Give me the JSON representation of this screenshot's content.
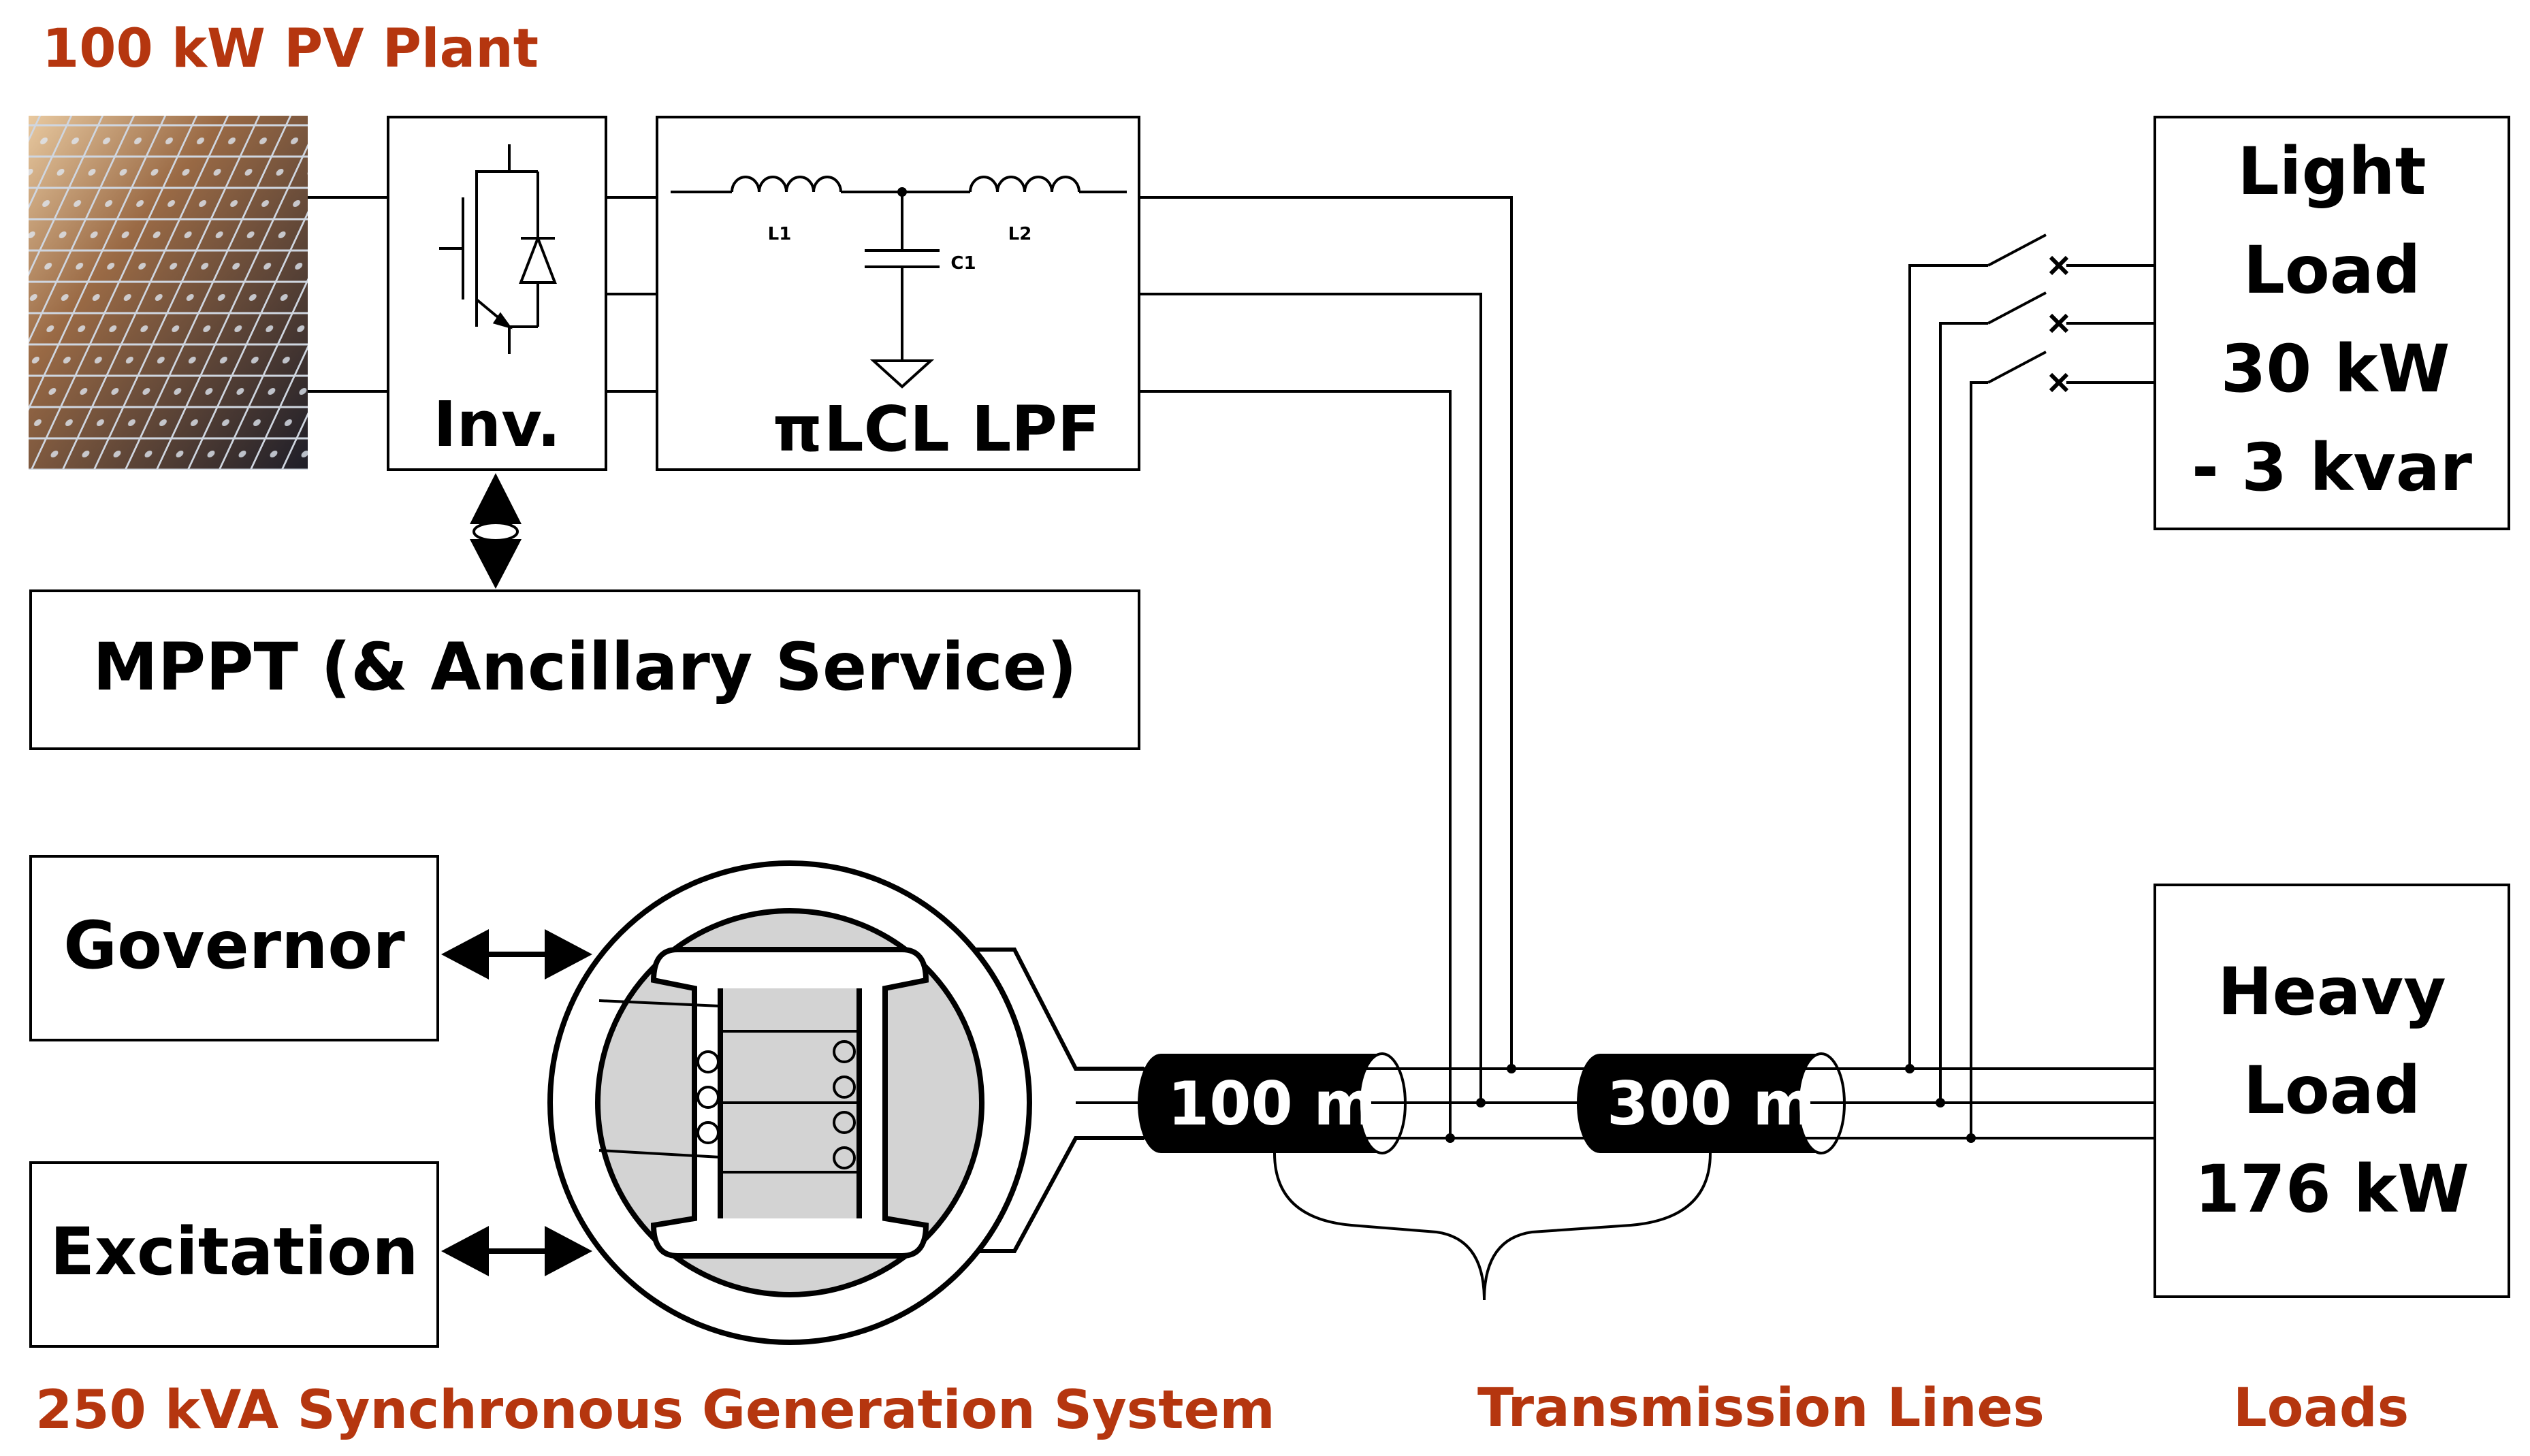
{
  "captions": {
    "pv_plant": "100 kW PV Plant",
    "sync_gen": "250 kVA Synchronous Generation System",
    "transmission": "Transmission Lines",
    "loads": "Loads"
  },
  "blocks": {
    "inverter": "Inv.",
    "filter_symbol": "π",
    "filter": "LCL LPF",
    "mppt": "MPPT (& Ancillary Service)",
    "governor": "Governor",
    "excitation": "Excitation"
  },
  "filter_components": {
    "l1": "L1",
    "c1": "C1",
    "l2": "L2"
  },
  "cables": {
    "line1": "100 m",
    "line2": "300 m"
  },
  "light_load": {
    "line1": "Light",
    "line2": "Load",
    "line3": "30 kW",
    "line4": "- 3 kvar"
  },
  "heavy_load": {
    "line1": "Heavy",
    "line2": "Load",
    "line3": "176 kW"
  },
  "colors": {
    "caption": "#b5360f",
    "panel_bg": "#8a6a4a",
    "generator_fill": "#d3d3d3",
    "cable": "#000000"
  }
}
